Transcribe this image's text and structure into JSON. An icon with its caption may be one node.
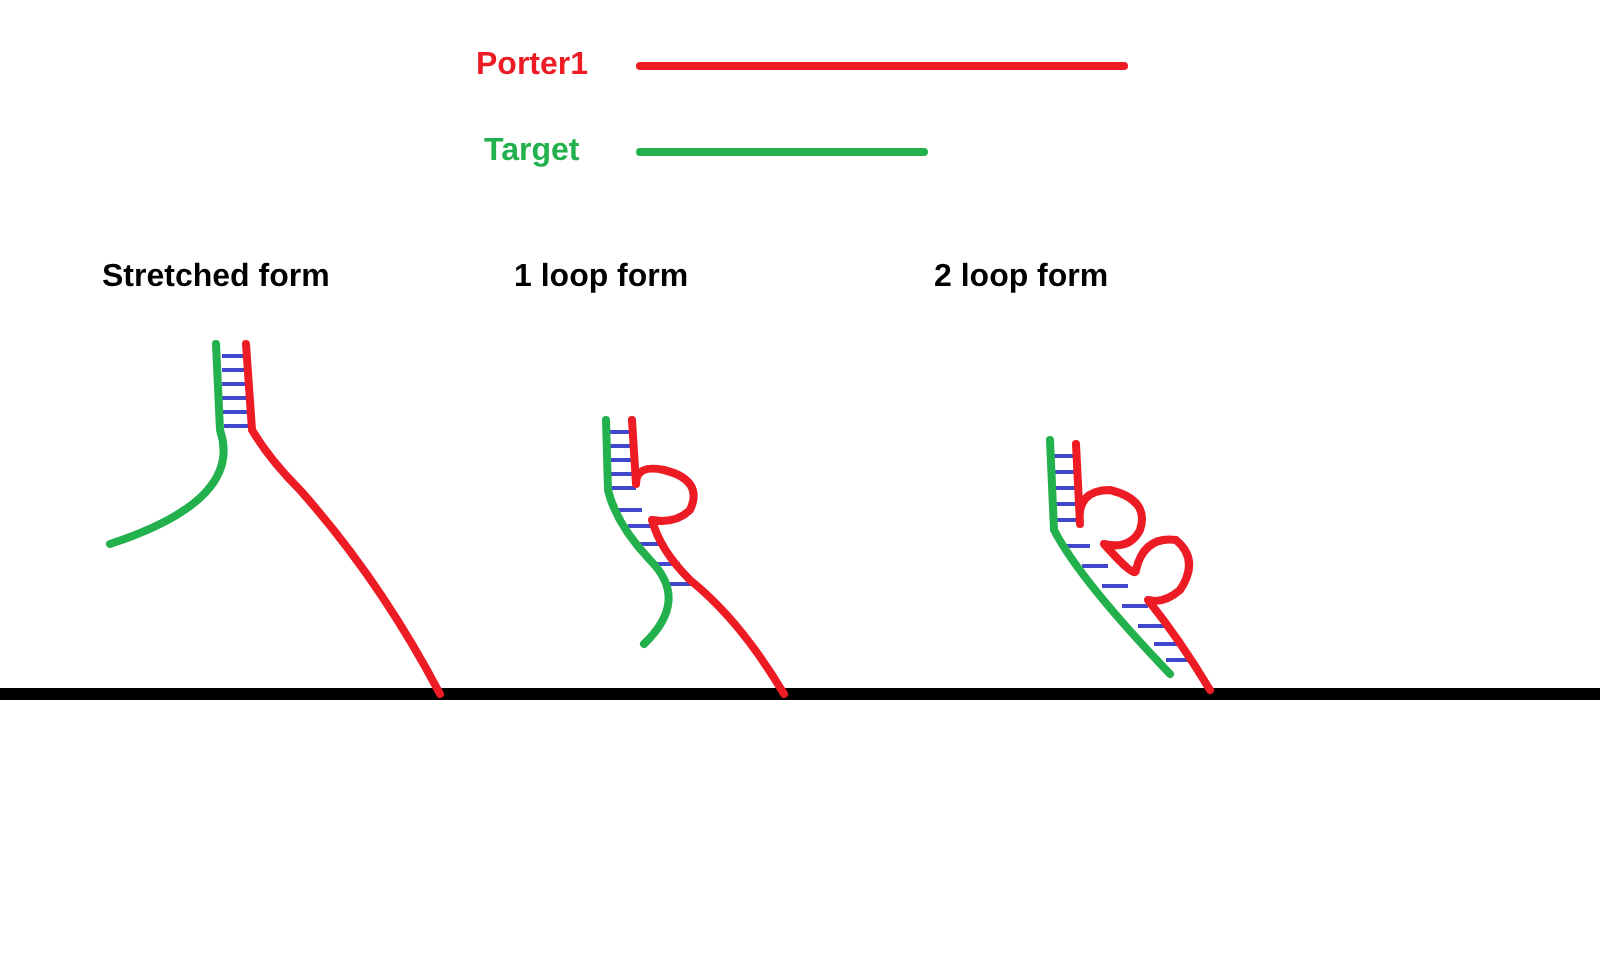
{
  "diagram": {
    "labels": [
      "Stretched form",
      "1 loop form",
      "2 loop form"
    ],
    "legend": [
      {
        "text": "Porter1",
        "color": "#ed1c24"
      },
      {
        "text": "Target",
        "color": "#22b14c"
      }
    ]
  }
}
